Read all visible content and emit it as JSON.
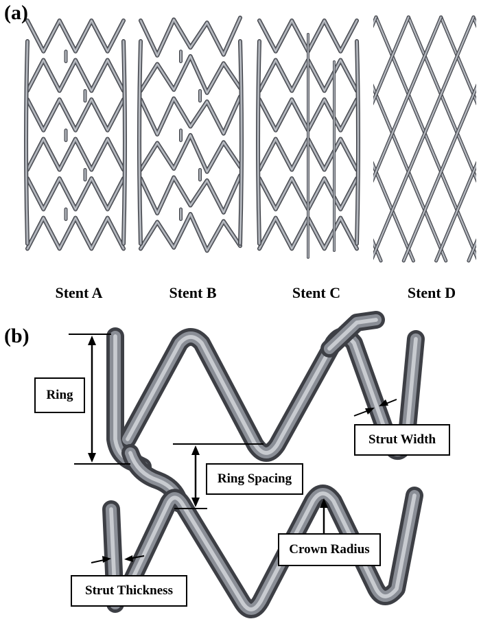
{
  "panel_a": {
    "letter": "(a)",
    "stents": [
      {
        "label": "Stent A"
      },
      {
        "label": "Stent B"
      },
      {
        "label": "Stent C"
      },
      {
        "label": "Stent D"
      }
    ]
  },
  "panel_b": {
    "letter": "(b)",
    "labels": {
      "ring": "Ring",
      "ring_spacing": "Ring Spacing",
      "strut_width": "Strut Width",
      "crown_radius": "Crown Radius",
      "strut_thickness": "Strut Thickness"
    }
  },
  "colors": {
    "strut_dark": "#3d3f45",
    "strut_face": "#8a8e96",
    "strut_light": "#c8cbd0",
    "dimension_line": "#000000"
  }
}
